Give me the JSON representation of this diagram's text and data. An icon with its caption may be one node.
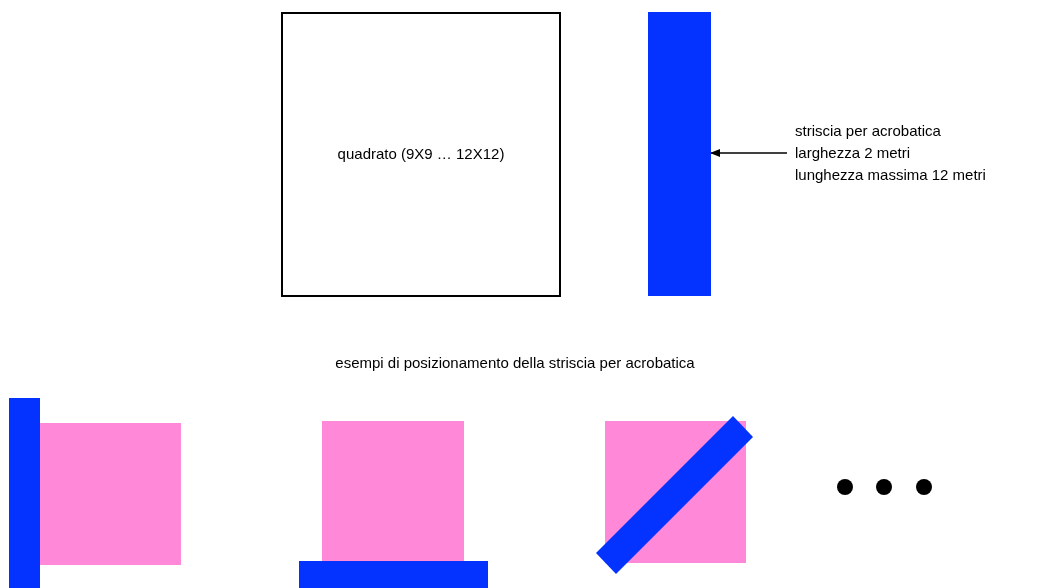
{
  "diagram": {
    "nodes": [
      {
        "text": [
          "quadrato (9X9 … 12X12)"
        ]
      },
      {
        "text": [],
        "shape": "bar"
      },
      {
        "text": [
          "striscia per acrobatica",
          "larghezza 2 metri",
          "lunghezza massima 12 metri"
        ]
      }
    ],
    "edges": [
      {
        "from": 2,
        "to": 1,
        "arrow": "to"
      }
    ],
    "labels": [
      "esempi di posizionamento della striscia per acrobatica"
    ]
  }
}
